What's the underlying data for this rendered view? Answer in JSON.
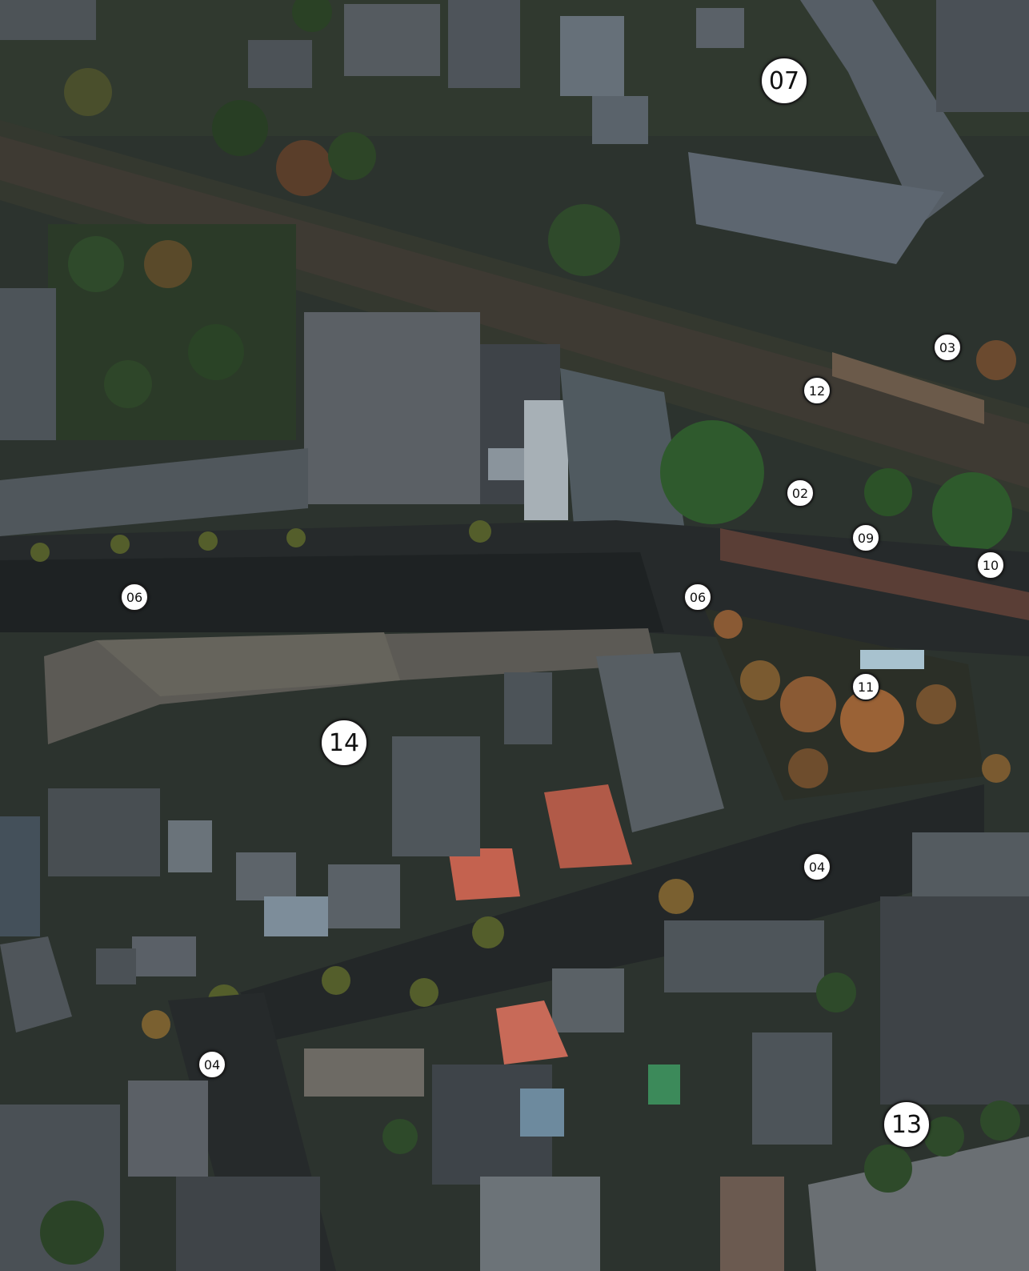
{
  "markers": [
    {
      "id": "m07",
      "label": "07"
    },
    {
      "id": "m03",
      "label": "03"
    },
    {
      "id": "m12",
      "label": "12"
    },
    {
      "id": "m02",
      "label": "02"
    },
    {
      "id": "m09",
      "label": "09"
    },
    {
      "id": "m10",
      "label": "10"
    },
    {
      "id": "m06a",
      "label": "06"
    },
    {
      "id": "m06b",
      "label": "06"
    },
    {
      "id": "m11",
      "label": "11"
    },
    {
      "id": "m14",
      "label": "14"
    },
    {
      "id": "m04a",
      "label": "04"
    },
    {
      "id": "m04b",
      "label": "04"
    },
    {
      "id": "m13",
      "label": "13"
    }
  ],
  "colors": {
    "marker_fill": "#ffffff",
    "marker_text": "#111111",
    "roof_dark": "#3c4248",
    "roof_light": "#5d6670",
    "tree": "#2e4a2a",
    "autumn_tree": "#8a5a34",
    "red_roof": "#b5523e",
    "road": "#2b2e30",
    "rail": "#3e3a33"
  }
}
